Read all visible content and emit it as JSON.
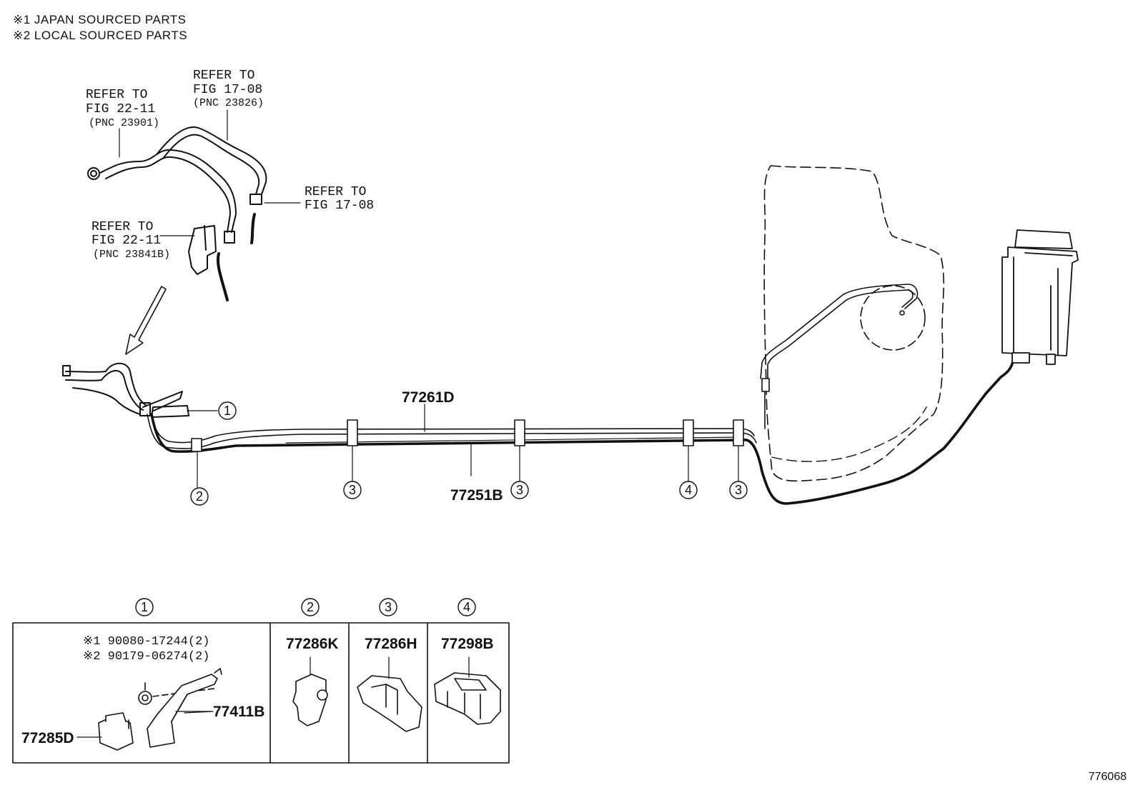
{
  "notes": [
    "※1 JAPAN SOURCED PARTS",
    "※2 LOCAL SOURCED PARTS"
  ],
  "refs": {
    "r1": [
      "REFER TO",
      "FIG 17-08",
      "(PNC 23826)"
    ],
    "r2": [
      "REFER TO",
      "FIG 22-11",
      "(PNC 23901)"
    ],
    "r3": [
      "REFER TO",
      "FIG 17-08"
    ],
    "r4": [
      "REFER TO",
      "FIG 22-11",
      "(PNC 23841B)"
    ]
  },
  "parts": {
    "p77261D": "77261D",
    "p77251B": "77251B",
    "p77286K": "77286K",
    "p77286H": "77286H",
    "p77298B": "77298B",
    "p77411B": "77411B",
    "p77285D": "77285D",
    "bolt1": "※1 90080-17244(2)",
    "bolt2": "※2 90179-06274(2)"
  },
  "callouts": {
    "c1": "1",
    "c2": "2",
    "c3": "3",
    "c4": "4"
  },
  "figure_id": "776068"
}
